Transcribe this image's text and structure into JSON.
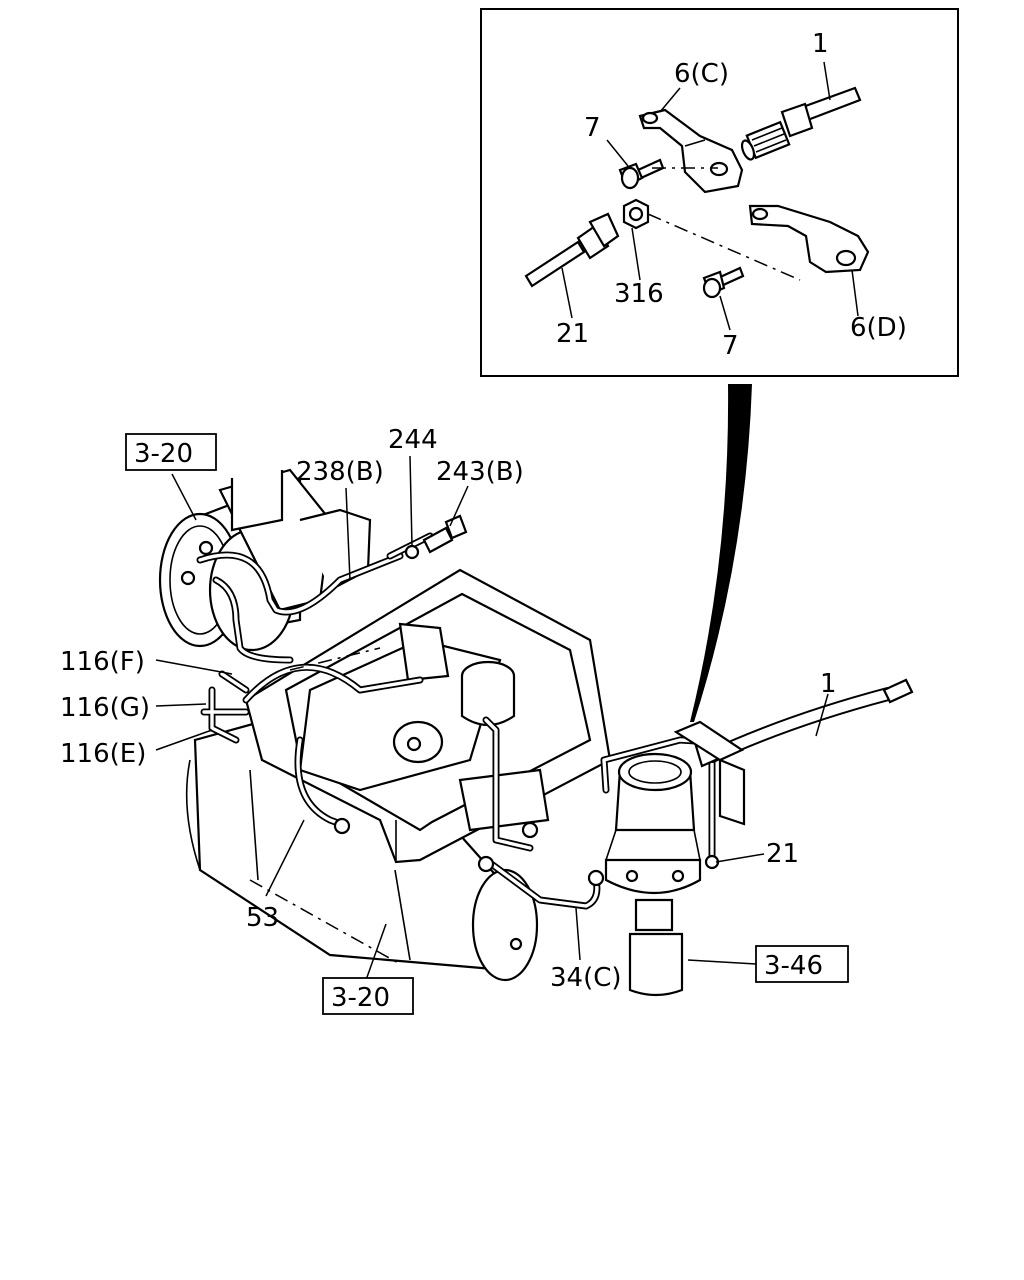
{
  "inset": {
    "labels": {
      "hose_top": "1",
      "bracket_c": "6(C)",
      "bolt_top": "7",
      "nut": "316",
      "pipe_21": "21",
      "bolt_bottom": "7",
      "bracket_d": "6(D)"
    }
  },
  "main": {
    "refs": {
      "tank_top": "3-20",
      "tank_bottom": "3-20",
      "valve": "3-46"
    },
    "labels": {
      "pipe_238b": "238(B)",
      "washer_244": "244",
      "union_243b": "243(B)",
      "pipe_116f": "116(F)",
      "pipe_116g": "116(G)",
      "pipe_116e": "116(E)",
      "hose_1": "1",
      "pipe_21": "21",
      "pipe_53": "53",
      "pipe_34c": "34(C)"
    }
  }
}
